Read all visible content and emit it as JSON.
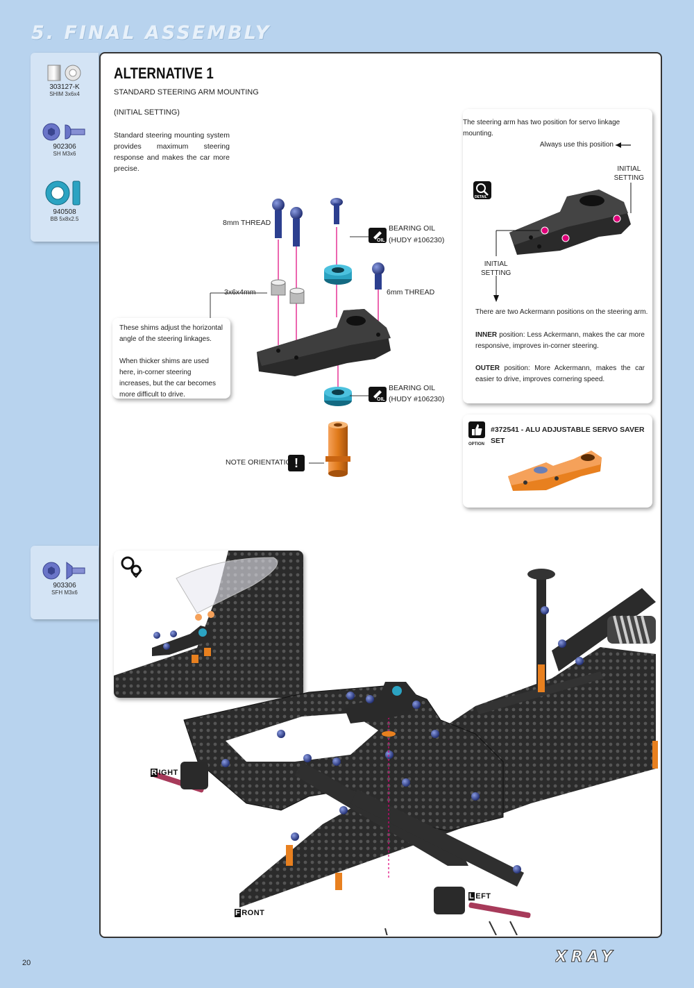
{
  "header": {
    "title": "5. FINAL ASSEMBLY"
  },
  "parts": [
    {
      "code": "303127-K",
      "desc": "SHIM 3x6x4",
      "icon": "shim-icon"
    },
    {
      "code": "902306",
      "desc": "SH M3x6",
      "icon": "screw-icon"
    },
    {
      "code": "940508",
      "desc": "BB 5x8x2.5",
      "icon": "bearing-icon"
    },
    {
      "code": "903306",
      "desc": "SFH M3x6",
      "icon": "flat-screw-icon"
    }
  ],
  "section": {
    "title": "ALTERNATIVE 1",
    "subtitle": "STANDARD STEERING ARM MOUNTING",
    "setting": "(INITIAL SETTING)",
    "intro": "Standard steering mounting system provides maximum steering response and makes the car more precise."
  },
  "labels": {
    "thread8": "8mm THREAD",
    "thread6": "6mm THREAD",
    "shim": "3x6x4mm",
    "oil1_a": "BEARING OIL",
    "oil1_b": "(HUDY #106230)",
    "oil2_a": "BEARING OIL",
    "oil2_b": "(HUDY #106230)",
    "orientation": "NOTE ORIENTATION",
    "oil_icon_text": "OIL"
  },
  "shim_note": {
    "p1": "These shims adjust the horizontal angle of the steering linkages.",
    "p2": "When thicker shims are used here, in-corner steering increases, but the car becomes more difficult to drive."
  },
  "detail": {
    "icon_label": "DETAIL",
    "top": "The steering arm has two position for servo linkage mounting.",
    "always": "Always use this position",
    "initial_right_a": "INITIAL",
    "initial_right_b": "SETTING",
    "initial_left_a": "INITIAL",
    "initial_left_b": "SETTING",
    "two_positions": "There are two Ackermann positions on the steering arm.",
    "inner_label": "INNER",
    "inner_text": " position: Less Ackermann, makes the car more responsive, improves in-corner steering.",
    "outer_label": "OUTER",
    "outer_text": " position: More Ackermann, makes the car easier to drive, improves cornering speed."
  },
  "option": {
    "label": "OPTION",
    "text": "#372541 - ALU ADJUSTABLE SERVO SAVER SET"
  },
  "directions": {
    "right_cap": "R",
    "right_rest": "IGHT",
    "left_cap": "L",
    "left_rest": "EFT",
    "front_cap": "F",
    "front_rest": "RONT"
  },
  "footer": {
    "page": "20",
    "brand": "XRAY"
  },
  "colors": {
    "accent": "#e0007a",
    "background": "#b8d3ee",
    "blue_anodized": "#2c3f8f",
    "orange_alu": "#e8801f",
    "bearing": "#2ba3c2"
  }
}
